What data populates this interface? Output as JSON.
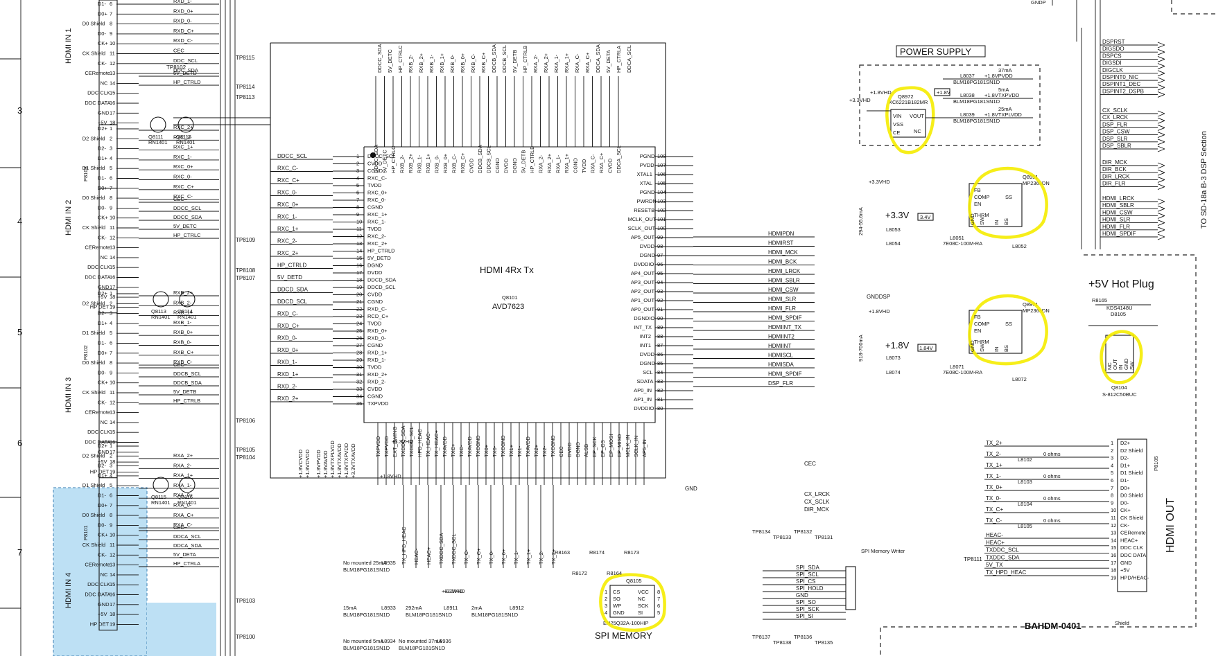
{
  "row_markers": [
    "3",
    "4",
    "5",
    "6",
    "7"
  ],
  "connectors": {
    "hdmi_in_1": "HDMI IN 1",
    "hdmi_in_2": "HDMI IN 2",
    "hdmi_in_3": "HDMI IN 3",
    "hdmi_in_4": "HDMI IN 4",
    "hdmi_out": "HDMI OUT",
    "p_in2": "P8103",
    "p_in3": "P8102",
    "p_in4": "P8101",
    "p_out": "P8105"
  },
  "hdmi_pin_labels": [
    "D1-",
    "D0+",
    "D0 Shield",
    "D0-",
    "CK+",
    "CK Shield",
    "CK-",
    "CERemote",
    "NC",
    "DDC CLK",
    "DDC DATA",
    "GND",
    "+5V",
    "HP DET",
    "D2+",
    "D2 Shield",
    "D2-",
    "D1+",
    "D1 Shield"
  ],
  "hdmi_pin_numbers": [
    "6",
    "7",
    "8",
    "9",
    "10",
    "11",
    "12",
    "13",
    "14",
    "15",
    "16",
    "17",
    "18",
    "19",
    "1",
    "2",
    "3",
    "4",
    "5"
  ],
  "in1_nets": [
    "RXD_1-",
    "RXD_0+",
    "RXD_0-",
    "RXD_C+",
    "RXD_C-",
    "CEC",
    "DDC_SCL",
    "DDC_SDA",
    "5V_DETD",
    "HP_CTRLD"
  ],
  "in2_nets": [
    "RXC_2+",
    "RXC_2-",
    "RXC_1+",
    "RXC_1-",
    "RXC_0+",
    "RXC_0-",
    "RXC_C+",
    "RXC_C-",
    "CEC",
    "DDCC_SCL",
    "DDCC_SDA",
    "5V_DETC",
    "HP_CTRLC"
  ],
  "in3_nets": [
    "RXB_2+",
    "RXB_2-",
    "RXB_1+",
    "RXB_1-",
    "RXB_0+",
    "RXB_0-",
    "RXB_C+",
    "RXB_C-",
    "CEC",
    "DDCB_SCL",
    "DDCB_SDA",
    "5V_DETB",
    "HP_CTRLB"
  ],
  "in4_nets": [
    "RXA_2+",
    "RXA_2-",
    "RXA_1+",
    "RXA_1-",
    "RXA_0+",
    "RXA_0-",
    "RXA_C+",
    "RXA_C-",
    "CEC",
    "DDCA_SCL",
    "DDCA_SDA",
    "5V_DETA",
    "HP_CTRLA"
  ],
  "transistors": [
    "Q8111",
    "Q8112",
    "Q8113",
    "Q8114",
    "Q8115",
    "Q8116"
  ],
  "transistor_part": "RN1401",
  "main_ic": {
    "title": "HDMI 4Rx Tx",
    "ref": "Q8101",
    "part": "AVD7623",
    "left_inner": [
      "DDCC_SCL",
      "CVDD",
      "CGND",
      "RXC_C-",
      "TVDD",
      "RXC_0+",
      "RXC_0-",
      "CGND",
      "RXC_1+",
      "RXC_1-",
      "TVDD",
      "RXC_2-",
      "RXC_2+",
      "HP_CTRLD",
      "5V_DETD",
      "DGND",
      "DVDD",
      "DDCD_SDA",
      "DDCD_SCL",
      "CVDD",
      "CGND",
      "RXD_C-",
      "RCD_C+",
      "TVDD",
      "RXD_0+",
      "RXD_0-",
      "CGND",
      "RXD_1+",
      "RXD_1-",
      "TVDD",
      "RXD_2+",
      "RXD_2-",
      "CVDD",
      "CGND",
      "TXPVDD"
    ],
    "left_outer": [
      "DDCC_SCL",
      "RXC_C-",
      "RXC_C+",
      "RXC_0-",
      "RXC_0+",
      "RXC_1-",
      "RXC_1+",
      "RXC_2-",
      "RXC_2+",
      "HP_CTRLD",
      "5V_DETD",
      "DDCD_SDA",
      "DDCD_SCL",
      "RXD_C-",
      "RXD_C+",
      "RXD_0-",
      "RXD_0+",
      "RXD_1-",
      "RXD_1+",
      "RXD_2-",
      "RXD_2+"
    ],
    "right_inner": [
      "PGND",
      "PVDD",
      "XTAL1",
      "XTAL",
      "PGND",
      "PWRDN",
      "RESETB",
      "MCLK_OUT",
      "SCLK_OUT",
      "AP5_OUT",
      "DVDD",
      "DGND",
      "DVDDIO",
      "AP4_OUT",
      "AP3_OUT",
      "AP2_OUT",
      "AP1_OUT",
      "AP0_OUT",
      "DGNDIO",
      "INT_TX",
      "INT2",
      "INT1",
      "DVDD",
      "DGND",
      "SCL",
      "SDATA",
      "AP0_IN",
      "AP1_IN",
      "DVDDIO"
    ],
    "right_outer": [
      "HDMIPDN",
      "HDMIRST",
      "HDMI_MCK",
      "HDMI_BCK",
      "HDMI_LRCK",
      "HDMI_SBLR",
      "HDMI_CSW",
      "HDMI_SLR",
      "HDMI_FLR",
      "HDMI_SPDIF",
      "HDMIINT_TX",
      "HDMIINT2",
      "HDMIINT",
      "HDMISCL",
      "HDMISDA",
      "HDMI_SPDIF",
      "DSP_FLR"
    ],
    "top_inner": [
      "DDCC_SDA",
      "5V_DETC",
      "HP_CTRLC",
      "RXB_2-",
      "RXB_2+",
      "RXB_1-",
      "RXB_1+",
      "RXB_0-",
      "RXB_0+",
      "RXB_C-",
      "RXB_C+",
      "CVDD",
      "DDCB_SDA",
      "DDCB_SCL",
      "CGND",
      "DVDD",
      "DGND",
      "5V_DETB",
      "HP_CTRLB",
      "RXA_2-",
      "RXA_2+",
      "RXA_1-",
      "RXA_1+",
      "CGND",
      "TVDD",
      "RXA_C-",
      "RXA_C+",
      "CVDD",
      "DDCA_SCL"
    ],
    "top_outer": [
      "DDCC_SDA",
      "5V_DETC",
      "HP_CTRLC",
      "RXB_2-",
      "RXB_2+",
      "RXB_1-",
      "RXB_1+",
      "RXB_0-",
      "RXB_0+",
      "RXB_C-",
      "RXB_C+",
      "DDCB_SDA",
      "DDCB_SCL",
      "5V_DETB",
      "HP_CTRLB",
      "RXA_2-",
      "RXA_2+",
      "RXA_1-",
      "RXA_1+",
      "RXA_C-",
      "RXA_C+",
      "DDCA_SDA",
      "5V_DETA",
      "HP_CTRLA",
      "DDCA_SCL"
    ],
    "bottom_inner": [
      "TXPVDD",
      "TXPVDD",
      "EXT_SWING",
      "TXDDC_SDA",
      "TXDDC_SCL",
      "HPD_HEAC",
      "TX_HEAC-",
      "TX_HEAC+",
      "TXAVDD",
      "TXC+",
      "TXC-",
      "TXAVDD",
      "TXCGND",
      "TX0+",
      "TX0-",
      "TXCGND",
      "TX1+",
      "TX1-",
      "TXAVDD",
      "TX2+",
      "TX2-",
      "TXCGND",
      "CEC",
      "DVDD",
      "DGND",
      "ALSB",
      "EP_SCK",
      "EP_CS",
      "EP_MOSI",
      "EP_MISO",
      "MCLK_IN",
      "SCLK_IN",
      "AP5_IN"
    ],
    "bottom_outer": [
      "TX_HPD_HEAC",
      "HEAC-",
      "HEAC+",
      "TXDDC_SDA",
      "TXDDC_SCL",
      "TX_C-",
      "TX_C+",
      "TX_0-",
      "TX_0+",
      "TX_1-",
      "TX_1+",
      "TX_2-",
      "TX_2+"
    ]
  },
  "power_supply": {
    "title": "POWER SUPPLY",
    "vhd": "+1.8VHD",
    "in_rail": "+3.3VHD",
    "reg_ref": "Q8972",
    "reg_part": "XC6221B182MR",
    "reg_pins": [
      "VIN",
      "VSS",
      "CE",
      "VOUT",
      "NC"
    ],
    "rail_18v": "+1.8V",
    "outputs": [
      {
        "current": "37mA",
        "name": "+1.8VPVDD",
        "ref": "L8037"
      },
      {
        "current": "5mA",
        "name": "+1.8VTXPVDD",
        "ref": "L8038"
      },
      {
        "current": "25mA",
        "name": "+1.8VTXPLVDD",
        "ref": "L8039"
      }
    ],
    "ferrite": "BLM18PG181SN1D"
  },
  "dcdc_33": {
    "rail": "+3.3V",
    "in": "+3.3VHD",
    "ref": "Q8951",
    "part": "MP2363DN",
    "pins": [
      "FB",
      "COMP",
      "EN",
      "THRM",
      "GND",
      "SW",
      "IN",
      "BS",
      "SS"
    ],
    "check": "3.4V",
    "current": "294-55.6mA",
    "inductor": "7E08C-100M-RA",
    "l_ref": "L8051",
    "ferrites": [
      "L8053",
      "L8054",
      "L8052"
    ]
  },
  "dcdc_18": {
    "rail": "+1.8V",
    "in": "+1.8VHD",
    "ref": "Q8971",
    "part": "MP2363DN",
    "pins": [
      "FB",
      "COMP",
      "EN",
      "THRM",
      "GND",
      "SW",
      "IN",
      "BS",
      "SS"
    ],
    "check": "1.84V",
    "current": "918-700mA",
    "inductor": "7E08C-100M-RA",
    "l_ref": "L8071",
    "ferrites": [
      "L8073",
      "L8074",
      "L8072"
    ]
  },
  "hot_plug": {
    "title": "+5V Hot Plug",
    "diode": "KDS4148U",
    "diode_ref": "D8105",
    "ic_ref": "Q8104",
    "ic_part": "S-812C50BUC",
    "pins": [
      "NC",
      "OUT",
      "IN",
      "GND",
      "SW"
    ],
    "r_ref": "R8165"
  },
  "dsp_bus": {
    "group1": [
      "DSPRST",
      "DIGSDO",
      "DSPCS",
      "DIGSDI",
      "DIGCLK",
      "DSPINT0_NIC",
      "DSPINT1_DEC",
      "DSPINT2_DSPB"
    ],
    "group2": [
      "CX_SCLK",
      "CX_LRCK",
      "DSP_FLR",
      "DSP_CSW",
      "DSP_SLR",
      "DSP_SBLR"
    ],
    "group3": [
      "DIR_MCK",
      "DIR_BCK",
      "DIR_LRCK",
      "DIR_FLR"
    ],
    "group4": [
      "HDMI_LRCK",
      "HDMI_SBLR",
      "HDMI_CSW",
      "HDMI_SLR",
      "HDMI_FLR",
      "HDMI_SPDIF"
    ],
    "dest": "TO SD-18a B-3 DSP Section",
    "gnd": "GNDP"
  },
  "spi": {
    "title": "SPI MEMORY",
    "ref": "Q8105",
    "part": "EN25Q32A-100HIP",
    "pins_left": [
      "CS",
      "SO",
      "WP",
      "GND"
    ],
    "pins_right": [
      "VCC",
      "NC",
      "SCK",
      "SI"
    ],
    "pin_nums_left": [
      "1",
      "2",
      "3",
      "4"
    ],
    "pin_nums_right": [
      "8",
      "7",
      "6",
      "5"
    ],
    "writer": "SPI Memory Writer",
    "nets": [
      "SPI_SDA",
      "SPI_SCL",
      "SPI_CS",
      "SPI_HOLD",
      "GND",
      "SPI_SO",
      "SPI_SCK",
      "SPI_SI"
    ],
    "rail": "+3.3VHD",
    "tps": [
      "TP8134",
      "TP8133",
      "TP8132",
      "TP8131",
      "TP8137",
      "TP8138",
      "TP8136",
      "TP8135"
    ],
    "resistors": [
      "R8163",
      "R8172",
      "R8174",
      "R8164",
      "R8173"
    ]
  },
  "out_nets": [
    "TX_2+",
    "TX_2-",
    "TX_1+",
    "TX_1-",
    "TX_0+",
    "TX_0-",
    "TX_C+",
    "TX_C-",
    "HEAC-",
    "HEAC+",
    "TXDDC_SCL",
    "TXDDC_SDA",
    "5V_TX",
    "TX_HPD_HEAC"
  ],
  "out_pins": [
    "D2+",
    "D2 Shield",
    "D2-",
    "D1+",
    "D1 Shield",
    "D1-",
    "D0+",
    "D0 Shield",
    "D0-",
    "CK+",
    "CK Shield",
    "CK-",
    "CERemote",
    "HEAC+",
    "DDC CLK",
    "DDC DATA",
    "GND",
    "+5V",
    "HPD/HEAC-"
  ],
  "out_chokes": [
    "L8102",
    "L8103",
    "L8104",
    "L8105"
  ],
  "out_ohms": "0 ohms",
  "board_name": "BAHDM-0401",
  "shield": "Shield",
  "bottom_power": [
    {
      "current": "No mounted 25mA",
      "ref": "L8935"
    },
    {
      "current": "15mA",
      "ref": "L8933"
    },
    {
      "current": "292mA",
      "ref": "L8911"
    },
    {
      "current": "2mA",
      "ref": "L8912"
    },
    {
      "current": "No mounted 5mA",
      "ref": "L8934"
    },
    {
      "current": "No mounted 37mA",
      "ref": "L8936"
    }
  ],
  "rail_labels": [
    "+1.8VHD",
    "+3.3VHD",
    "+1.8VPVDD",
    "+1.8VAVDD",
    "+1.8VTXPLVDD",
    "+1.8VTXAVDD",
    "+1.8VTXPVDD",
    "+3.3VTXAVDD",
    "+3.3VHD",
    "+1.8VCVDD",
    "+1.8VDVDD"
  ],
  "misc_nets": [
    "CEC",
    "CX_LRCK",
    "CX_SCLK",
    "DIR_MCK",
    "GND",
    "GNDDSP",
    "TP8115",
    "TP8113",
    "TP8114",
    "TP8102",
    "TP8109",
    "TP8108",
    "TP8107",
    "TP8106",
    "TP8105",
    "TP8104",
    "TP8103",
    "TP8100",
    "TP8111"
  ],
  "colors": {
    "highlight": "#f5ec00",
    "hdmi_in4_fill": "#bde0f4",
    "ink": "#111111"
  }
}
